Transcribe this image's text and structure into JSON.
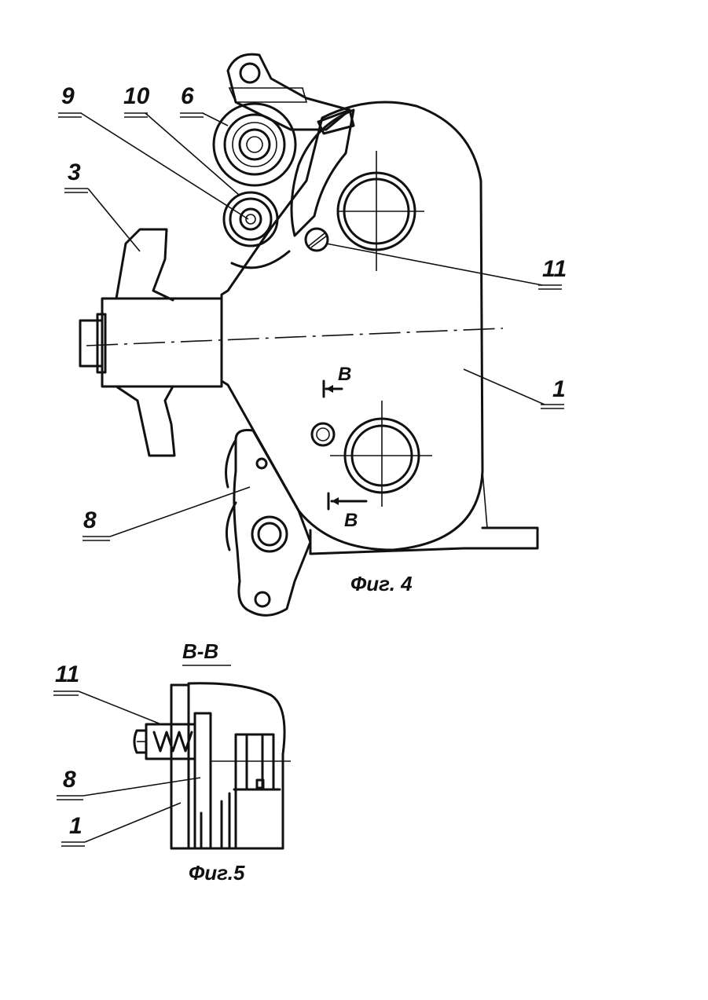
{
  "figure4": {
    "caption": "Фиг. 4",
    "labels": {
      "l9": "9",
      "l10": "10",
      "l6": "6",
      "l3": "3",
      "l11": "11",
      "l1": "1",
      "l8": "8",
      "section_top": "В",
      "section_bottom": "В"
    }
  },
  "figure5": {
    "title": "В-В",
    "caption": "Фиг.5",
    "labels": {
      "l11": "11",
      "l8": "8",
      "l1": "1"
    }
  },
  "colors": {
    "ink": "#111111",
    "paper": "#ffffff"
  }
}
